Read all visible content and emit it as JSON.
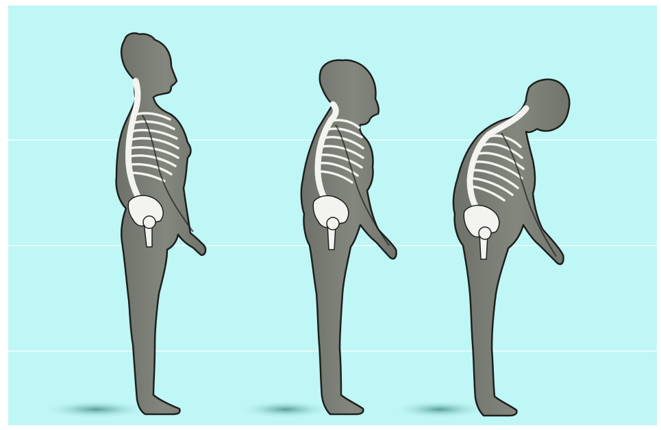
{
  "image": {
    "colors": {
      "background": "#bff6f6",
      "gridline": "#eafdfd",
      "body": "#7b7f76",
      "body_shadow": "#5d625a",
      "outline": "#1c1f1c",
      "bone": "#f3f3ef",
      "bone_shade": "#c9cbc4",
      "floor_shadow": "#5fa89e"
    },
    "figures": [
      {
        "name": "figure-upright",
        "icon": "woman-silhouette-icon"
      },
      {
        "name": "figure-mild-stoop",
        "icon": "woman-silhouette-icon"
      },
      {
        "name": "figure-severe-stoop",
        "icon": "woman-silhouette-icon"
      }
    ]
  }
}
